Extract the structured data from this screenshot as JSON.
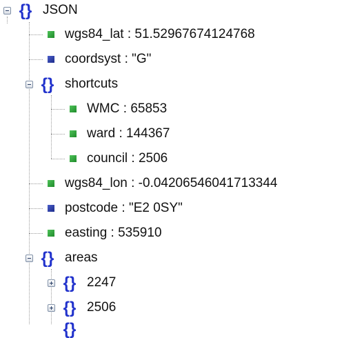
{
  "tree": {
    "root": {
      "label": "JSON"
    },
    "wgs84_lat": {
      "label": "wgs84_lat : 51.52967674124768",
      "type": "number"
    },
    "coordsyst": {
      "label": "coordsyst : \"G\"",
      "type": "string"
    },
    "shortcuts": {
      "label": "shortcuts"
    },
    "wmc": {
      "label": "WMC : 65853",
      "type": "number"
    },
    "ward": {
      "label": "ward : 144367",
      "type": "number"
    },
    "council": {
      "label": "council : 2506",
      "type": "number"
    },
    "wgs84_lon": {
      "label": "wgs84_lon : -0.04206546041713344",
      "type": "number"
    },
    "postcode": {
      "label": "postcode : \"E2 0SY\"",
      "type": "string"
    },
    "easting": {
      "label": "easting : 535910",
      "type": "number"
    },
    "areas": {
      "label": "areas"
    },
    "area_2247": {
      "label": "2247"
    },
    "area_2506": {
      "label": "2506"
    }
  },
  "colors": {
    "number_icon": "#2e9e3a",
    "string_icon": "#2b3aa8",
    "brace_icon": "#2233cc",
    "tree_line": "#9a9a9a"
  },
  "icons": {
    "object": "curly-brace-icon",
    "number": "green-square-icon",
    "string": "blue-square-icon",
    "collapse": "minus-box-icon",
    "expand": "plus-box-icon"
  }
}
